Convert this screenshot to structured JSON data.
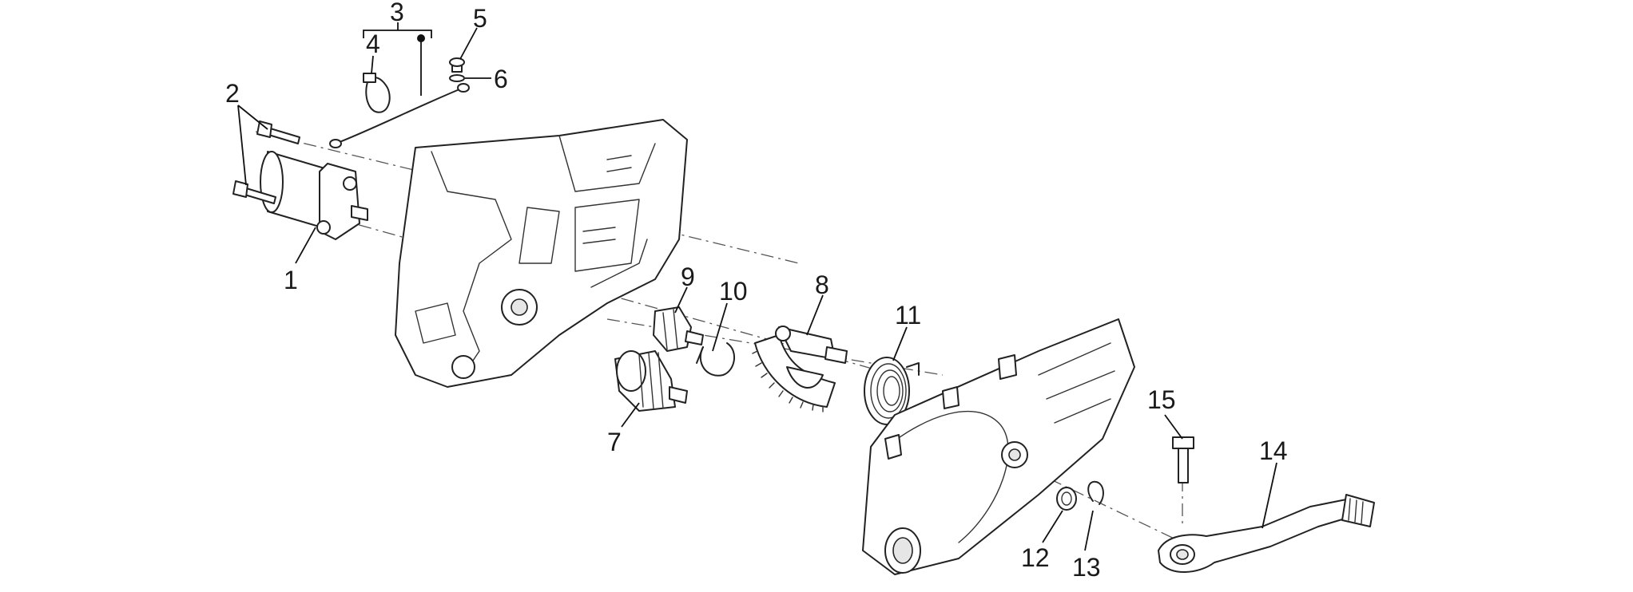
{
  "colors": {
    "ink": "#222222",
    "background": "#ffffff"
  },
  "callouts": {
    "c1": "1",
    "c2": "2",
    "c3": "3",
    "c4": "4",
    "c5": "5",
    "c6": "6",
    "c7": "7",
    "c8": "8",
    "c9": "9",
    "c10": "10",
    "c11": "11",
    "c12": "12",
    "c13": "13",
    "c14": "14",
    "c15": "15"
  }
}
